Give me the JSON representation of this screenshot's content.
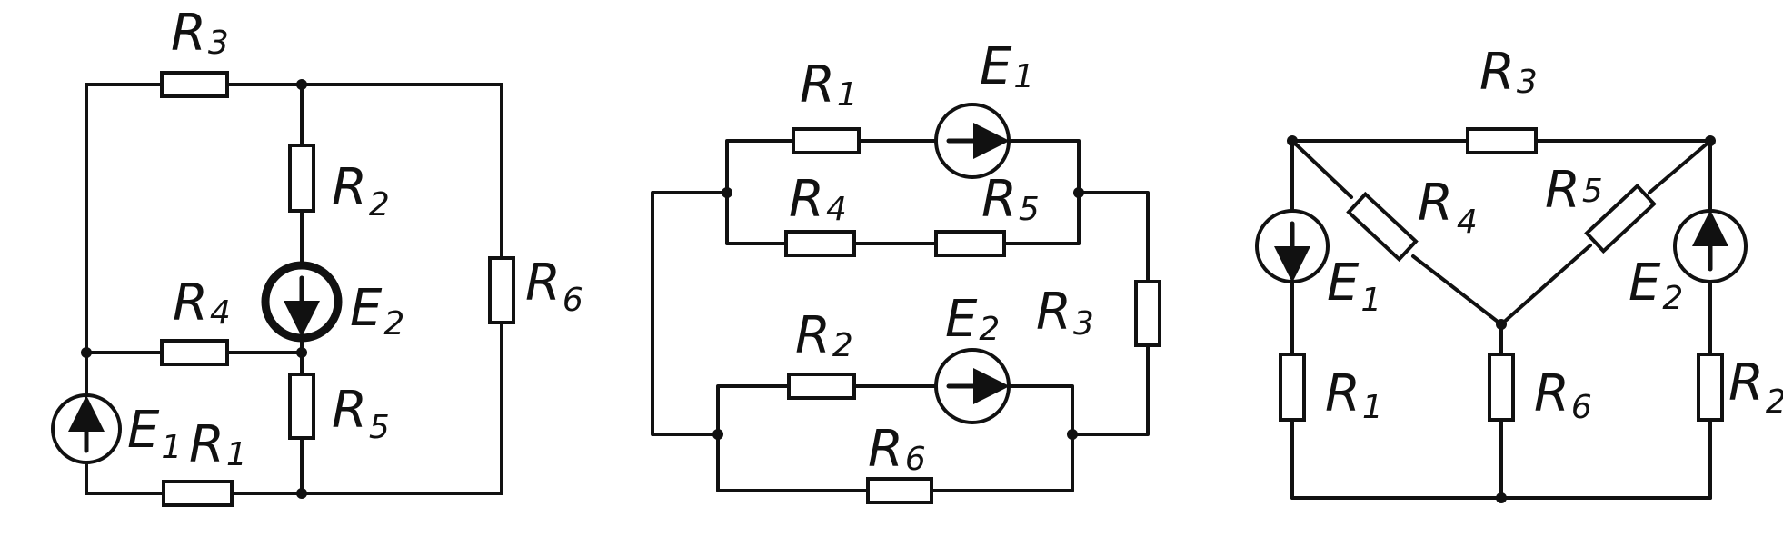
{
  "circuits": [
    {
      "labels": {
        "R3": "R",
        "R3_sub": "3",
        "R2": "R",
        "R2_sub": "2",
        "E2": "E",
        "E2_sub": "2",
        "R6": "R",
        "R6_sub": "6",
        "R4": "R",
        "R4_sub": "4",
        "R5": "R",
        "R5_sub": "5",
        "E1": "E",
        "E1_sub": "1",
        "R1": "R",
        "R1_sub": "1"
      }
    },
    {
      "labels": {
        "R1": "R",
        "R1_sub": "1",
        "E1": "E",
        "E1_sub": "1",
        "R4": "R",
        "R4_sub": "4",
        "R5": "R",
        "R5_sub": "5",
        "R3": "R",
        "R3_sub": "3",
        "R2": "R",
        "R2_sub": "2",
        "E2": "E",
        "E2_sub": "2",
        "R6": "R",
        "R6_sub": "6"
      }
    },
    {
      "labels": {
        "R3": "R",
        "R3_sub": "3",
        "R4": "R",
        "R4_sub": "4",
        "R5": "R",
        "R5_sub": "5",
        "E1": "E",
        "E1_sub": "1",
        "E2": "E",
        "E2_sub": "2",
        "R1": "R",
        "R1_sub": "1",
        "R6": "R",
        "R6_sub": "6",
        "R2": "R",
        "R2_sub": "2"
      }
    }
  ]
}
